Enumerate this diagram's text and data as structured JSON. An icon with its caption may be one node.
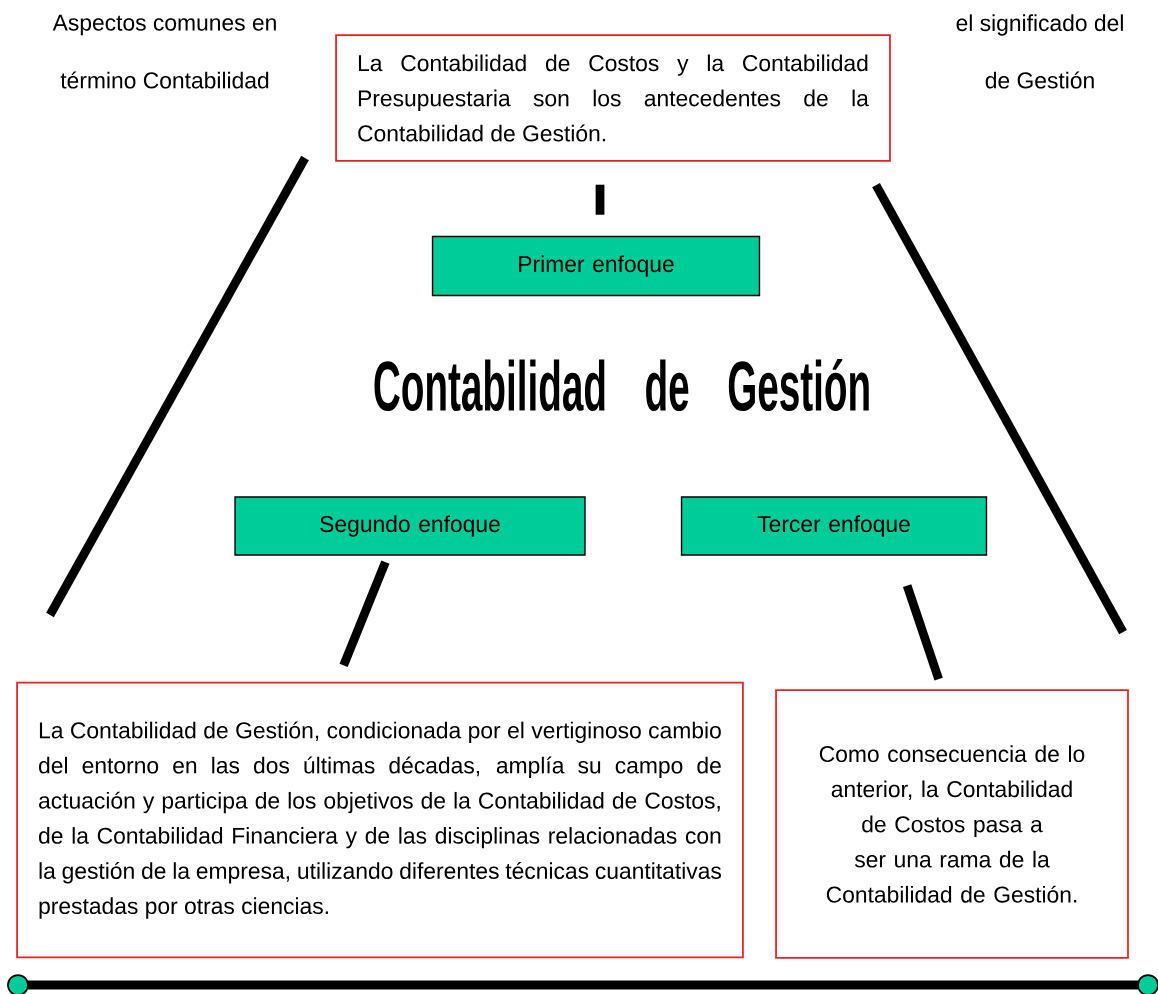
{
  "diagram": {
    "title": "Contabilidad de Gestión",
    "nodes": [
      {
        "text": [
          "La Contabilidad de Costos y la Contabilidad Presupuestaria son los antecedentes de la Contabilidad de Gestión."
        ]
      },
      {
        "text": [
          "Primer enfoque"
        ]
      },
      {
        "text": [
          "Segundo enfoque"
        ]
      },
      {
        "text": [
          "Tercer enfoque"
        ]
      },
      {
        "text": [
          "La Contabilidad de Gestión, condicionada por el vertiginoso cambio del entorno en las dos últimas décadas, amplía su campo de actuación y participa de los objetivos de la Contabilidad de Costos, de la Contabilidad Financiera y de las disciplinas relacionadas con la gestión de la empresa, utilizando diferentes técnicas cuantitativas prestadas por otras ciencias."
        ]
      },
      {
        "text": [
          "Como consecuencia de lo anterior, la Contabilidad de Costos pasa a ser una rama de la Contabilidad de Gestión."
        ]
      }
    ],
    "edges": [
      {
        "from": 0,
        "to": 1,
        "arrow": "none"
      },
      {
        "from": 2,
        "to": 4,
        "arrow": "none"
      },
      {
        "from": 3,
        "to": 5,
        "arrow": "none"
      }
    ],
    "labels": [
      "Aspectos comunes en",
      "el significado del",
      "término Contabilidad",
      "de Gestión"
    ]
  }
}
